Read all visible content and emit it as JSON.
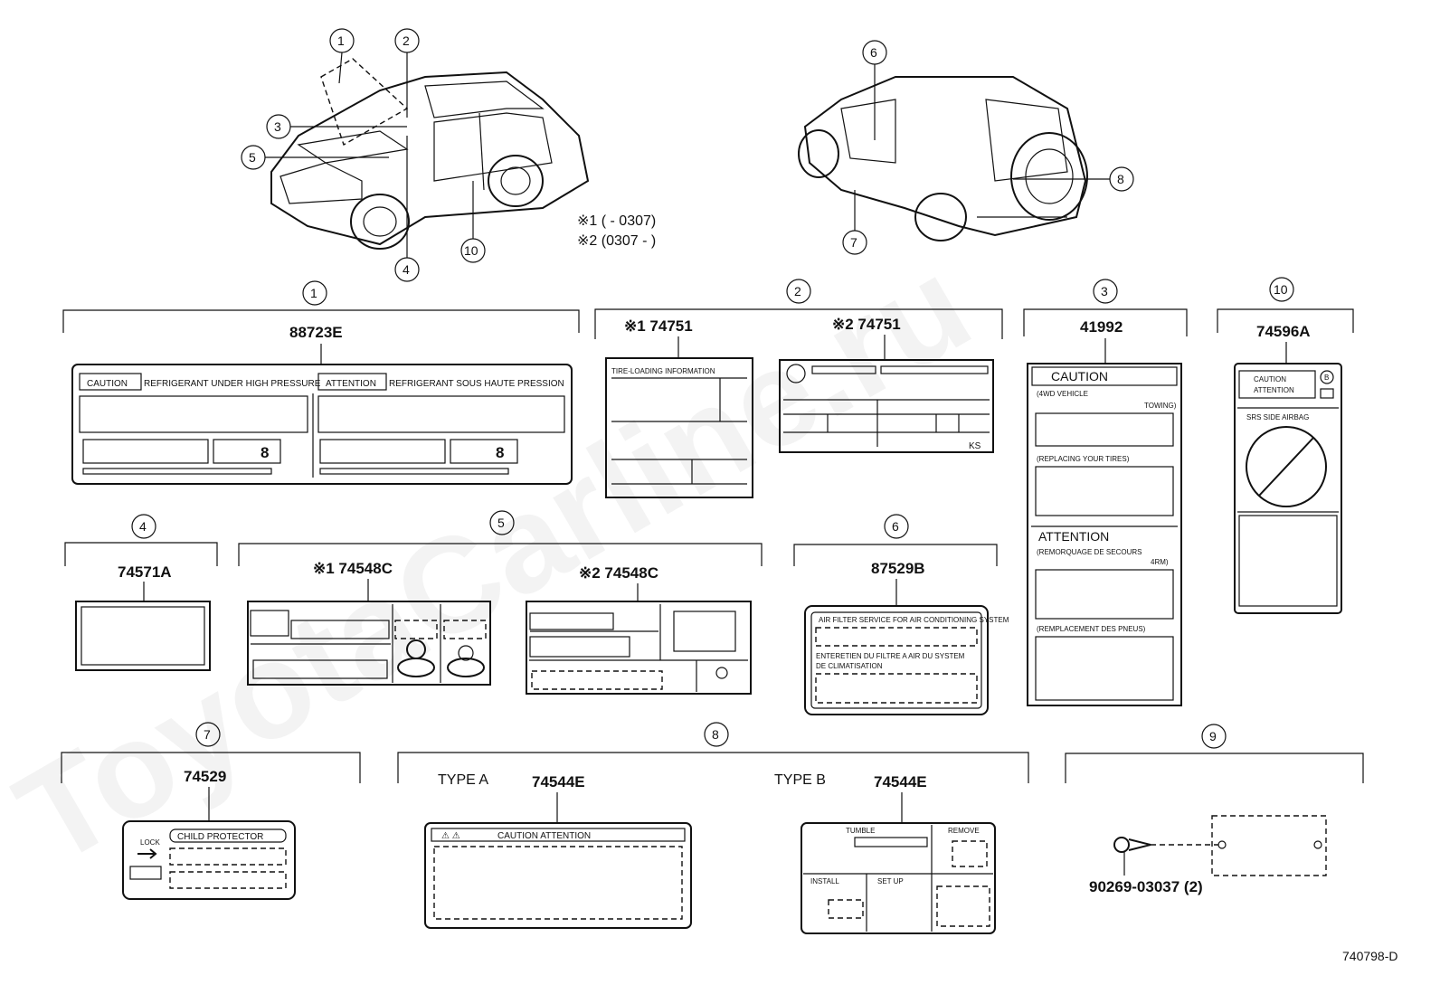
{
  "watermark": "ToyotaCarline.ru",
  "notes": {
    "n1": "※1 (        - 0307)",
    "n2": "※2 (0307 -          )"
  },
  "callouts": [
    "1",
    "2",
    "3",
    "4",
    "5",
    "6",
    "7",
    "8",
    "9",
    "10"
  ],
  "parts": {
    "p1": "88723E",
    "p2a": "※1 74751",
    "p2b": "※2 74751",
    "p3": "41992",
    "p10": "74596A",
    "p4": "74571A",
    "p5a": "※1 74548C",
    "p5b": "※2 74548C",
    "p6": "87529B",
    "p7": "74529",
    "p8a": "74544E",
    "p8b": "74544E",
    "p9": "90269-03037 (2)"
  },
  "types": {
    "a": "TYPE A",
    "b": "TYPE B"
  },
  "label_text": {
    "caution": "CAUTION",
    "refrigerant_en": "REFRIGERANT  UNDER  HIGH  PRESSURE",
    "attention": "ATTENTION",
    "refrigerant_fr": "REFRIGERANT  SOUS  HAUTE  PRESSION",
    "tire_loading": "TIRE-LOADING  INFORMATION",
    "ks": "KS",
    "caution_big": "CAUTION",
    "vehicle_4wd": "(4WD  VEHICLE",
    "towing": "TOWING)",
    "replacing": "(REPLACING  YOUR  TIRES)",
    "attention_big": "ATTENTION",
    "remorquage": "(REMORQUAGE  DE  SECOURS",
    "rm4": "4RM)",
    "remplacement": "(REMPLACEMENT  DES  PNEUS)",
    "caution_attention_small": "CAUTION ATTENTION",
    "srs": "SRS  SIDE  AIRBAG",
    "air_filter_en": "AIR FILTER SERVICE FOR AIR CONDITIONING SYSTEM",
    "air_filter_fr1": "ENTERETIEN DU FILTRE A AIR DU SYSTEM",
    "air_filter_fr2": "DE CLIMATISATION",
    "lock": "LOCK",
    "child_protector": "CHILD PROTECTOR",
    "caution_attention_wide": "CAUTION   ATTENTION",
    "tumble": "TUMBLE",
    "remove": "REMOVE",
    "install": "INSTALL",
    "set_up": "SET UP",
    "b_mark": "B"
  },
  "diagram_id": "740798-D"
}
